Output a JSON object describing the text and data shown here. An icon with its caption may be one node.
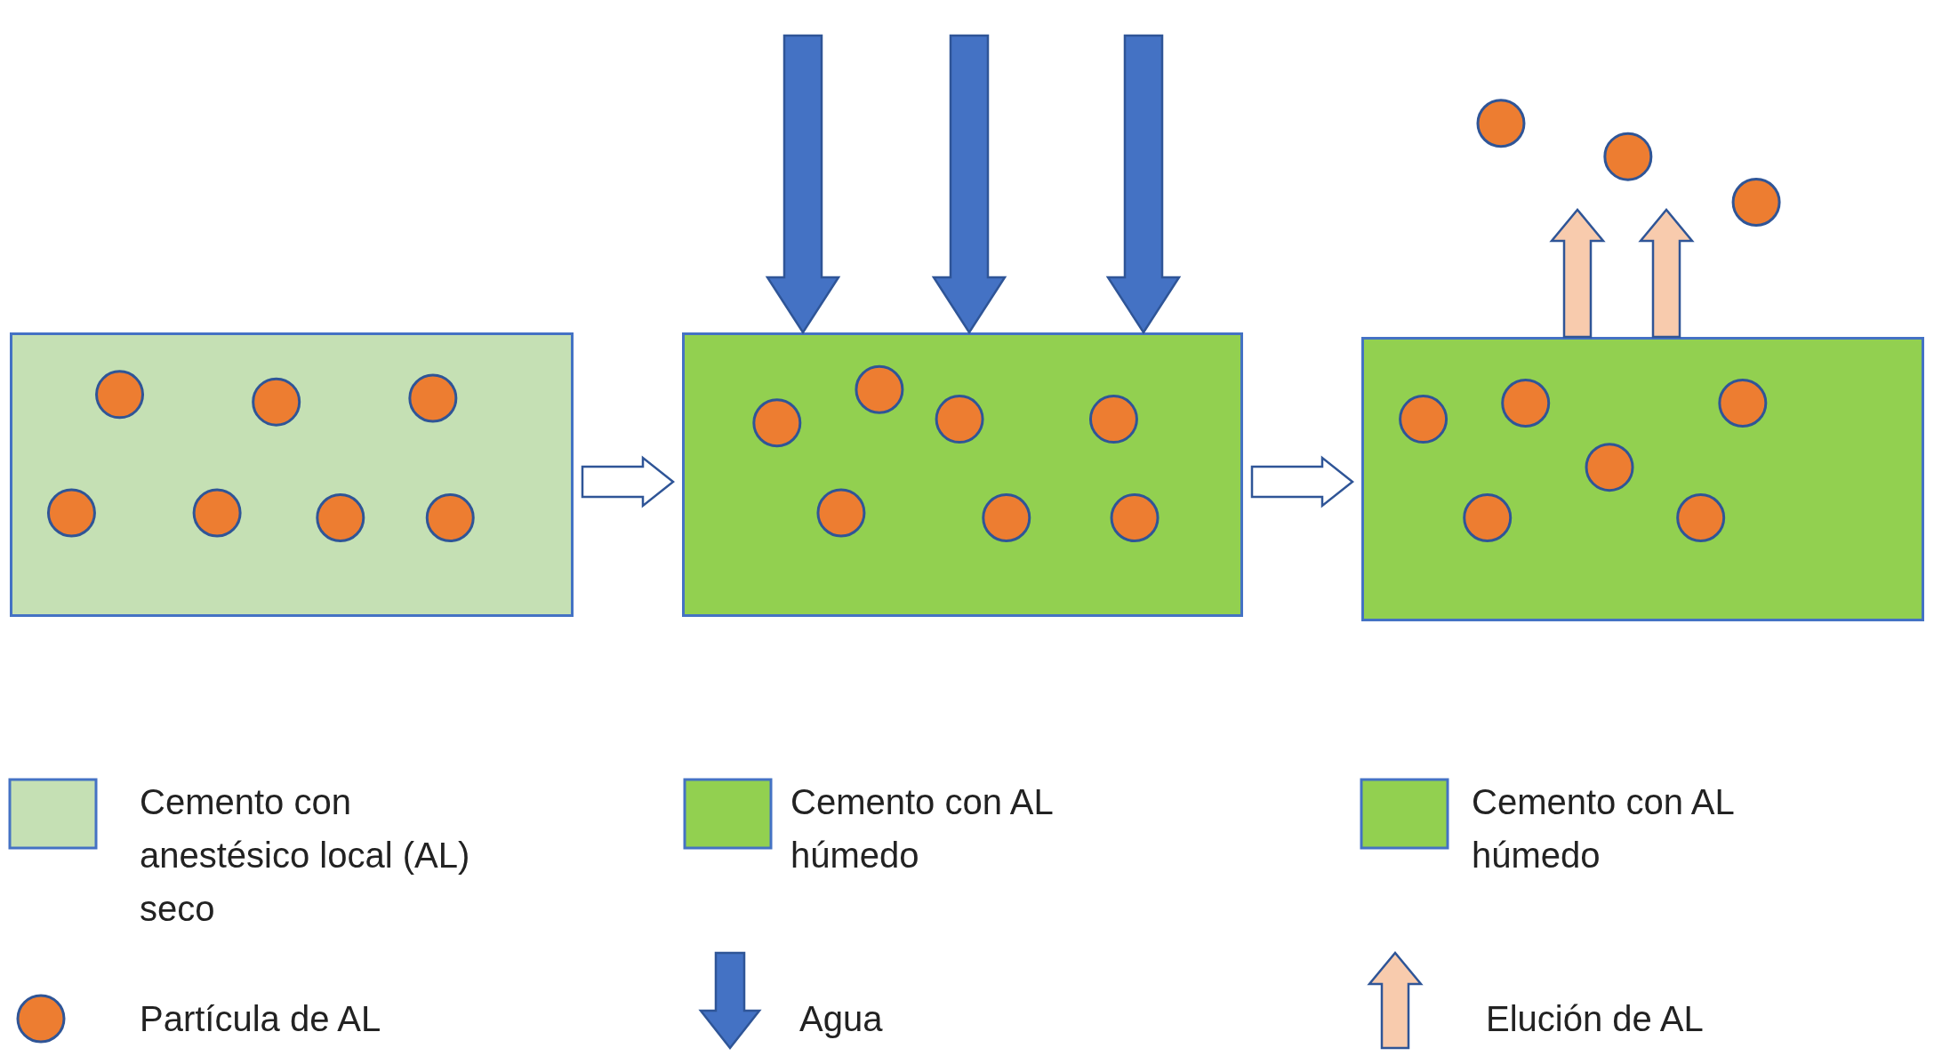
{
  "diagram": {
    "nodes": [
      {
        "text": [],
        "shape": "box"
      },
      {
        "text": [],
        "shape": "box"
      },
      {
        "text": [],
        "shape": "box"
      }
    ],
    "edges": [
      {
        "from": 0,
        "to": 1,
        "arrow": "to"
      },
      {
        "from": 1,
        "to": 2,
        "arrow": "to"
      },
      {
        "from": null,
        "to": 1,
        "arrow": "to",
        "color": "#4472c4"
      },
      {
        "from": null,
        "to": 1,
        "arrow": "to",
        "color": "#4472c4"
      },
      {
        "from": null,
        "to": 1,
        "arrow": "to",
        "color": "#4472c4"
      },
      {
        "from": 2,
        "to": null,
        "arrow": "to",
        "color": "#f8cbad"
      },
      {
        "from": 2,
        "to": null,
        "arrow": "to",
        "color": "#f8cbad"
      }
    ],
    "legend": [
      {
        "text": "Cemento con anestésico local (AL) seco",
        "color": "#c5e0b4"
      },
      {
        "text": "Cemento con AL húmedo",
        "color": "#92d050"
      },
      {
        "text": "Cemento con AL húmedo",
        "color": "#92d050"
      },
      {
        "text": "Partícula de AL"
      },
      {
        "text": "Agua"
      },
      {
        "text": "Elución de AL"
      }
    ]
  }
}
